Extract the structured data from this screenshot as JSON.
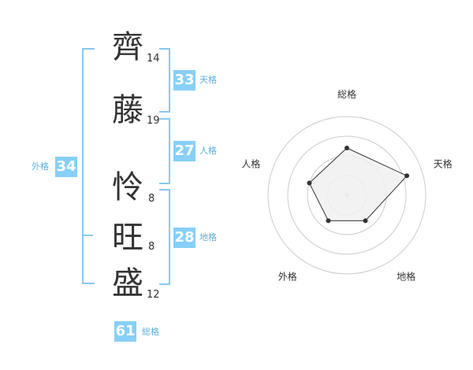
{
  "name": {
    "chars": [
      {
        "char": "齊",
        "strokes": "14"
      },
      {
        "char": "藤",
        "strokes": "19"
      },
      {
        "char": "怜",
        "strokes": "8"
      },
      {
        "char": "旺",
        "strokes": "8"
      },
      {
        "char": "盛",
        "strokes": "12"
      }
    ]
  },
  "kaku": {
    "tenkaku": {
      "value": "33",
      "label": "天格"
    },
    "jinkaku": {
      "value": "27",
      "label": "人格"
    },
    "chikaku": {
      "value": "28",
      "label": "地格"
    },
    "gaikaku": {
      "value": "34",
      "label": "外格"
    },
    "soukaku": {
      "value": "61",
      "label": "総格"
    }
  },
  "radar": {
    "axes": [
      "総格",
      "天格",
      "地格",
      "外格",
      "人格"
    ],
    "levels": [
      3,
      4,
      2,
      2,
      2.5
    ],
    "max": 5,
    "colors": {
      "fill": "#f0f0f0",
      "line": "#333333",
      "point": "#333333",
      "grid": "#cccccc"
    }
  },
  "colors": {
    "accent": "#88cff7",
    "bracket": "#88c8f0",
    "label": "#5ab0e0"
  }
}
